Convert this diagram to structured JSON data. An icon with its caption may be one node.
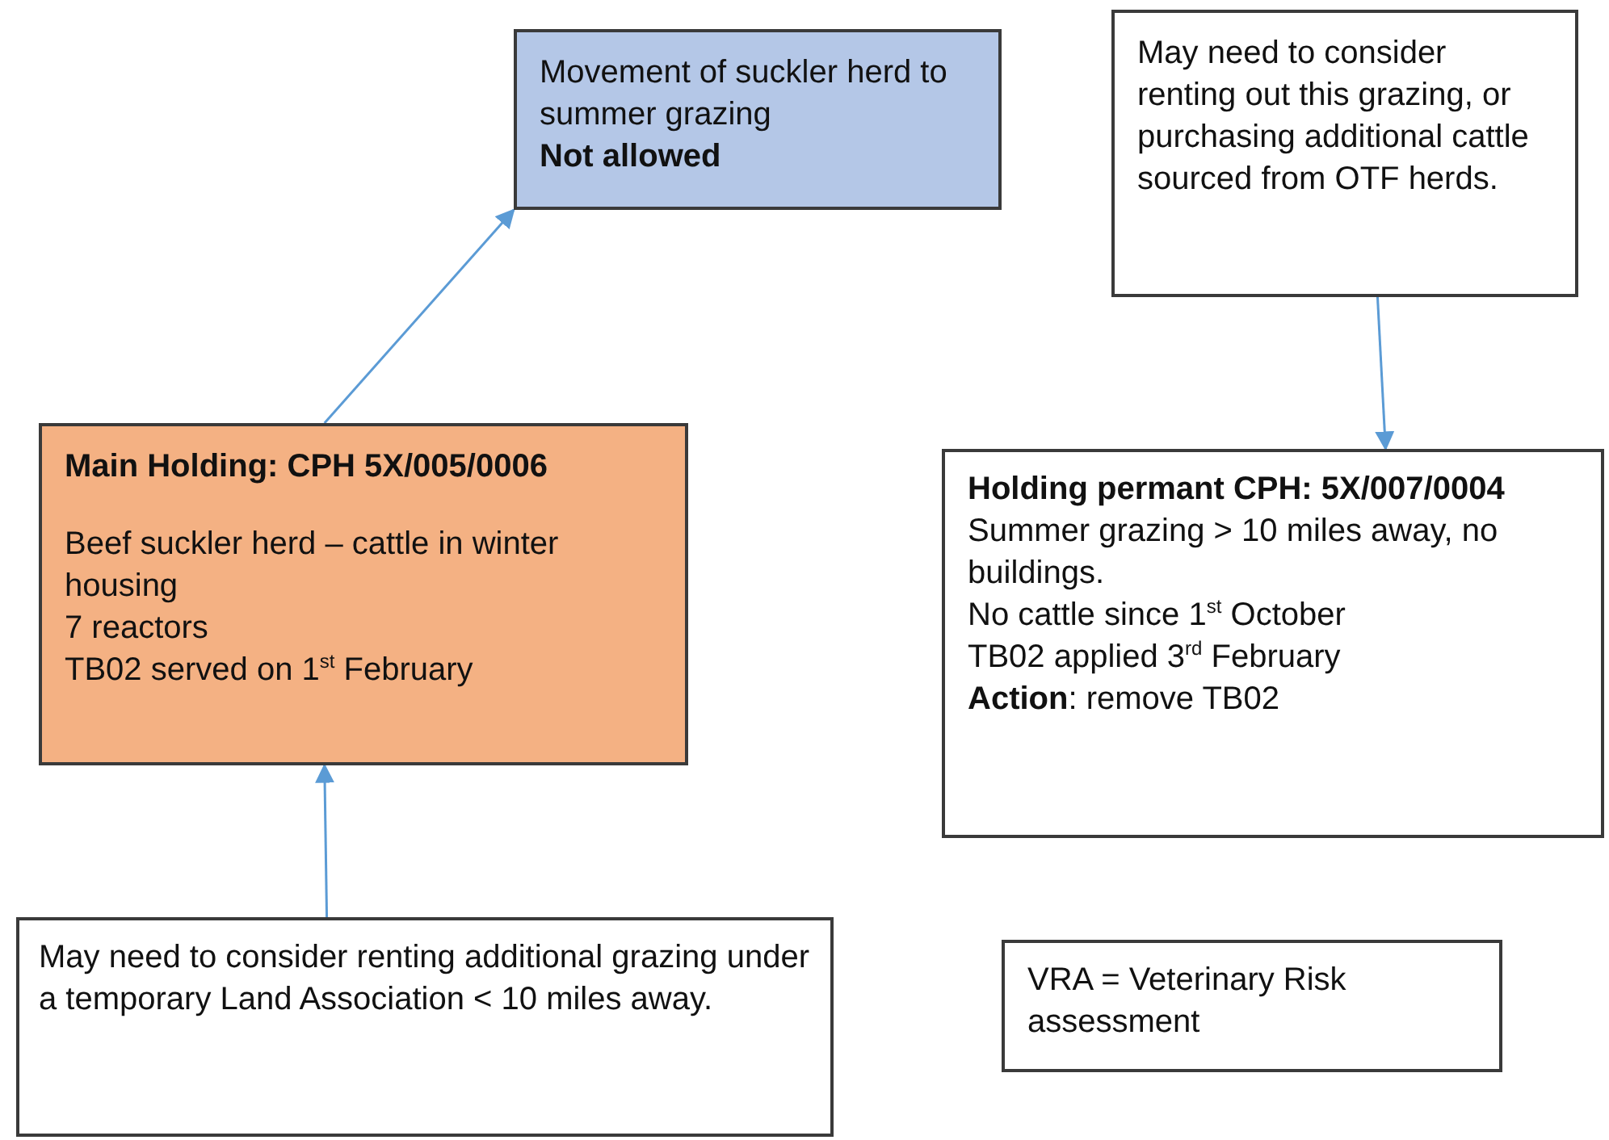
{
  "diagram": {
    "nodes": [
      {
        "text": [
          "Movement of suckler herd to summer grazing",
          "**Not allowed**"
        ]
      },
      {
        "text": [
          "May need to consider renting out this grazing, or purchasing additional cattle sourced from OTF herds."
        ]
      },
      {
        "text": [
          "**Main Holding: CPH 5X/005/0006**",
          "Beef suckler herd – cattle in winter housing",
          "7 reactors",
          "TB02 served on 1$^{st}$ February"
        ]
      },
      {
        "text": [
          "**Holding permant CPH: 5X/007/0004**",
          "Summer grazing > 10 miles away, no buildings.",
          "No cattle since 1$^{st}$ October",
          "TB02 applied 3$^{rd}$ February",
          "**Action**: remove TB02"
        ]
      },
      {
        "text": [
          "May need to consider renting additional grazing under a temporary Land Association < 10 miles away."
        ]
      },
      {
        "text": [
          "VRA = Veterinary Risk assessment"
        ]
      }
    ],
    "edges": [
      {
        "from": 2,
        "to": 0,
        "arrow": "to"
      },
      {
        "from": 1,
        "to": 3,
        "arrow": "to"
      },
      {
        "from": 4,
        "to": 2,
        "arrow": "to"
      }
    ]
  }
}
